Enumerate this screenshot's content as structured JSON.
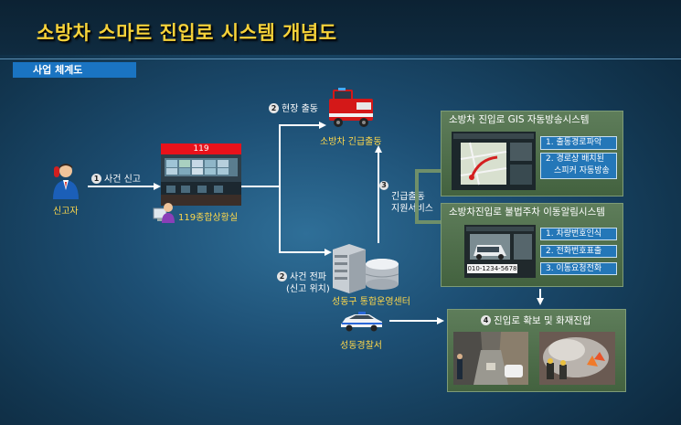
{
  "title": "소방차 스마트 진입로 시스템 개념도",
  "section_tag": "사업 체계도",
  "nodes": {
    "reporter": "신고자",
    "center119_header": "119",
    "center119": "119종합상황실",
    "fire_truck": "소방차 긴급출동",
    "ops_center": "성동구 통합운영센터",
    "police": "성동경찰서"
  },
  "steps": {
    "s1": {
      "num": "1",
      "label": "사건 신고"
    },
    "s2a": {
      "num": "2",
      "label": "현장 출동"
    },
    "s2b": {
      "num": "2",
      "label_line1": "사건 전파",
      "label_line2": "(신고 위치)"
    },
    "s3": {
      "num": "3",
      "label_line1": "긴급출동",
      "label_line2": "지원서비스"
    },
    "s4": {
      "num": "4",
      "label": "진입로 확보 및 화재진압"
    }
  },
  "panels": {
    "gis": {
      "title": "소방차 진입로 GIS 자동방송시스템",
      "items": [
        "1. 출동경로파악",
        "2. 경로상 배치된",
        "스피커 자동방송"
      ]
    },
    "parking": {
      "title": "소방차진입로 불법주차 이동알림시스템",
      "plate": "010-1234-5678",
      "items": [
        "1. 차량번호인식",
        "2. 전화번호표출",
        "3. 이동요청전화"
      ]
    }
  },
  "colors": {
    "title": "#f6d23a",
    "section_tag_bg": "#1a74c2",
    "panel_bg": "#4f6e4b",
    "tag_bg": "#2477b8",
    "label_yellow": "#ffd84a",
    "center119_header": "#e8121b"
  }
}
